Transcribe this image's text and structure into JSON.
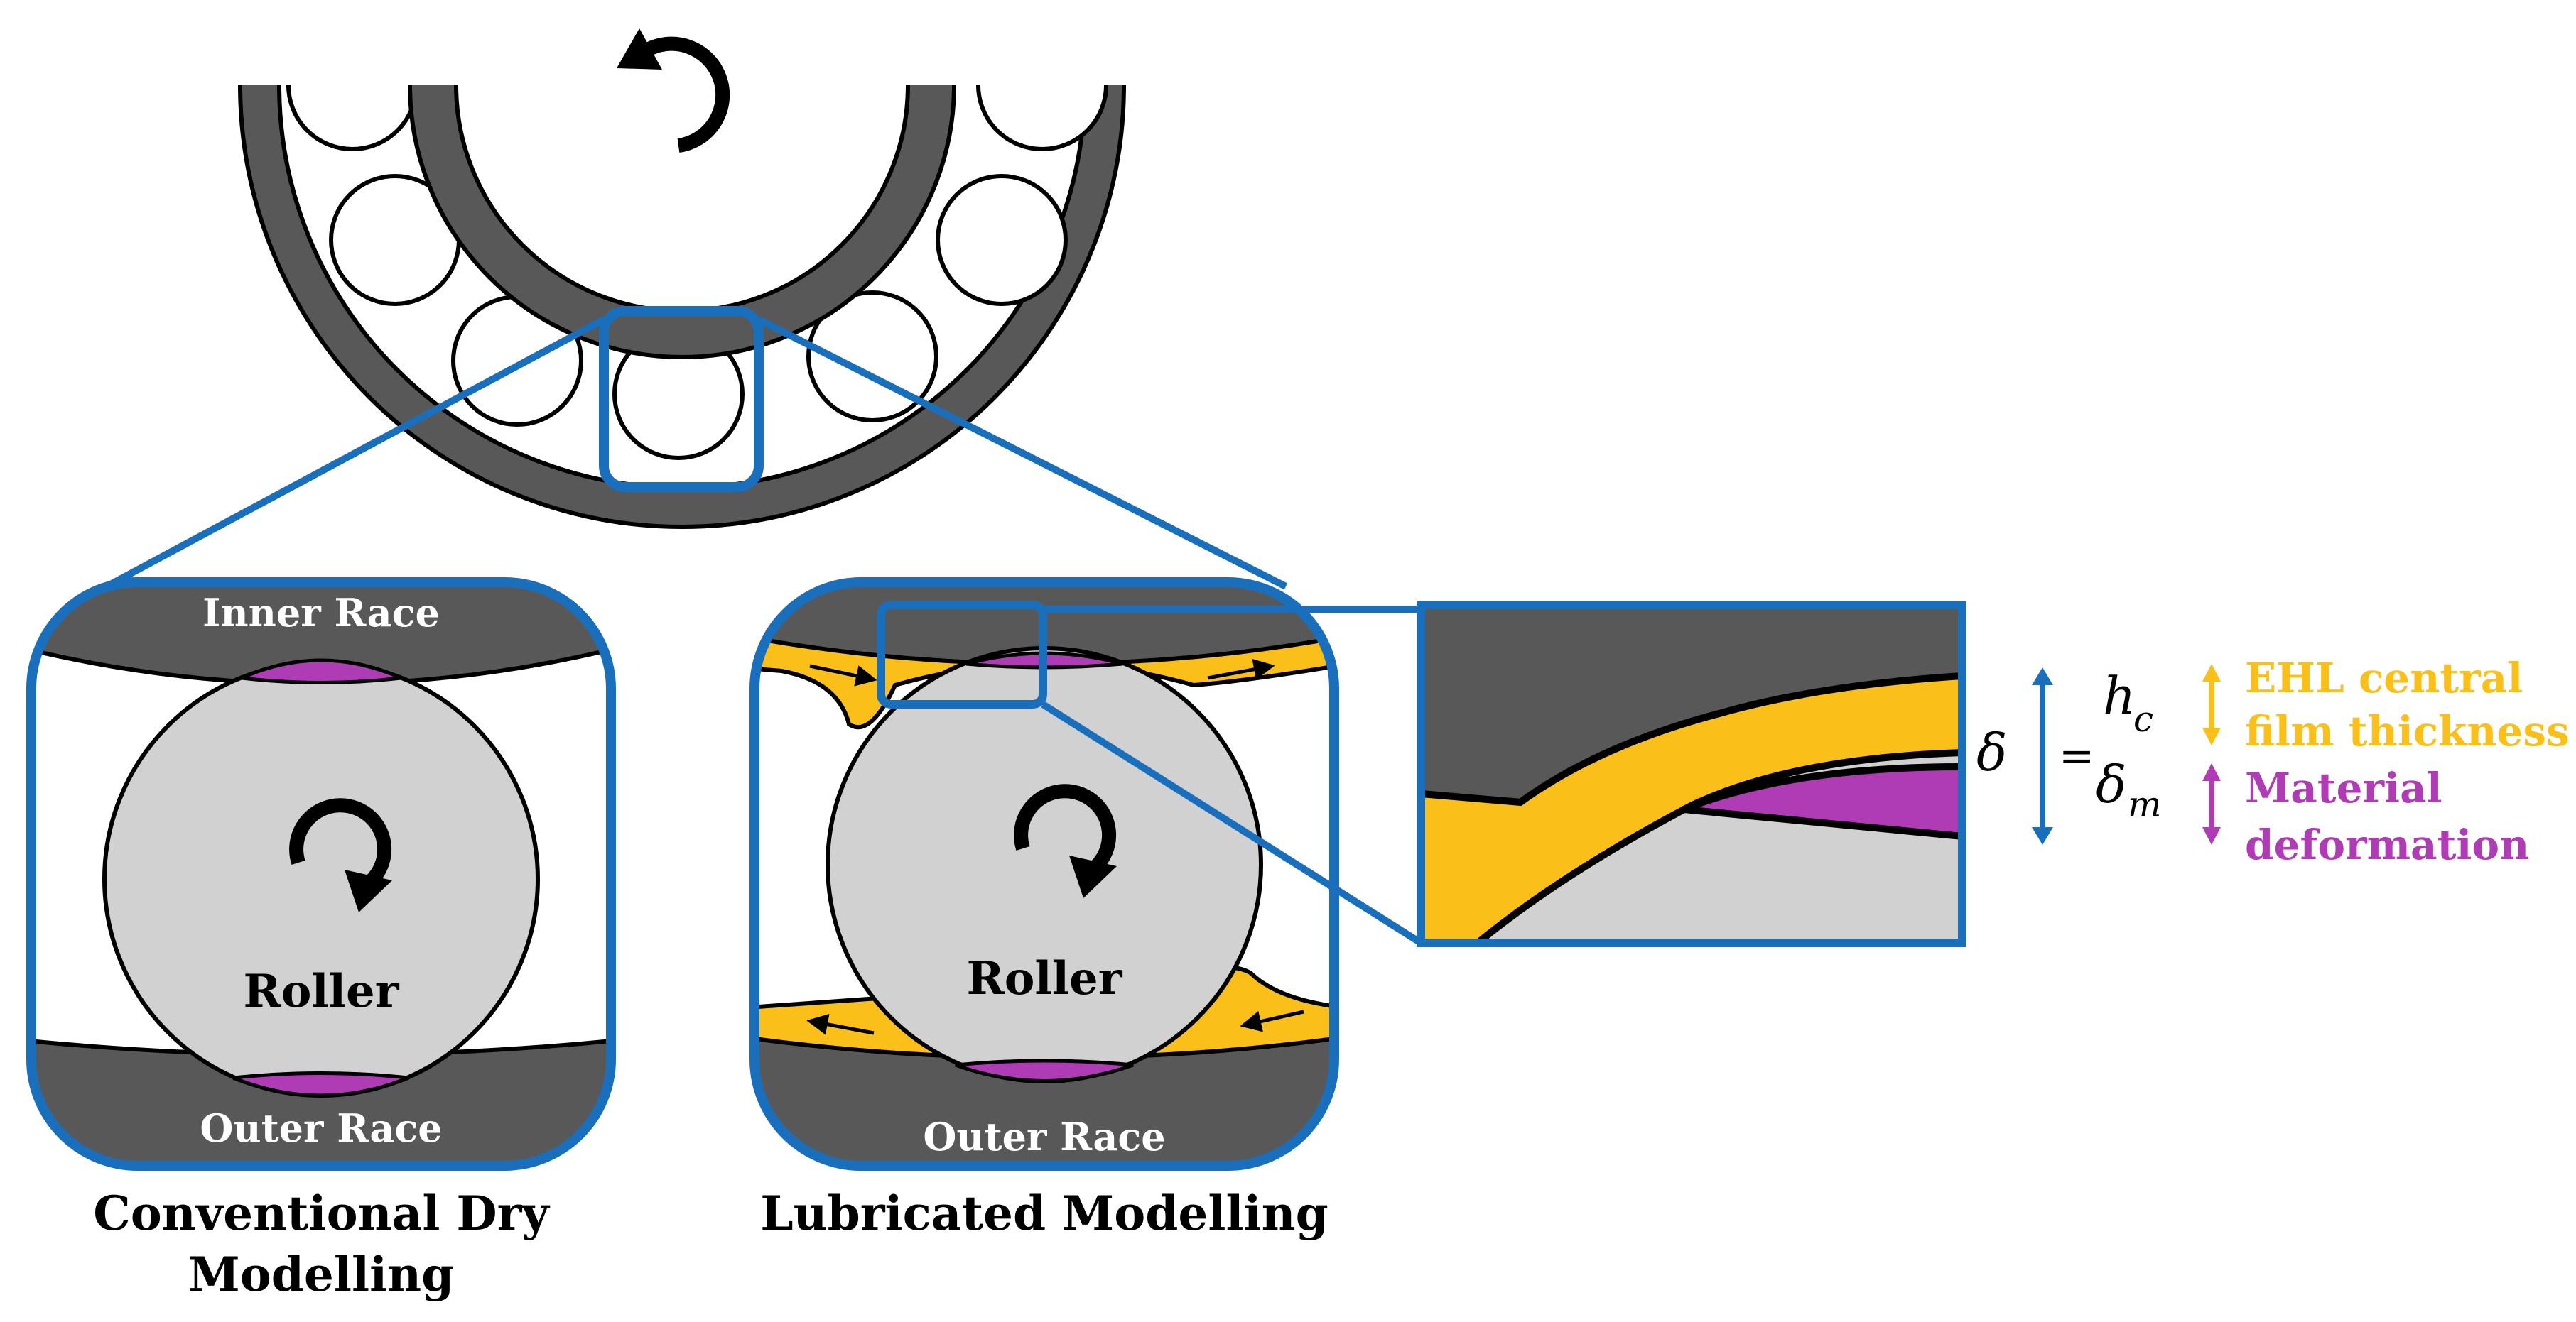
{
  "colors": {
    "race_gray": "#585858",
    "roller_gray": "#d1d1d1",
    "frame_blue": "#1a6fbd",
    "ehl_yellow": "#fbbf1a",
    "deformation_purple": "#b03cb5",
    "outline": "#000000"
  },
  "icons": {
    "rotation_arrow": "rotation-arrow-icon",
    "flow_arrow": "flow-arrow-icon",
    "double_arrow": "double-arrow-icon"
  },
  "dry_panel": {
    "inner_race_label": "Inner Race",
    "outer_race_label": "Outer Race",
    "roller_label": "Roller",
    "caption_line1": "Conventional Dry",
    "caption_line2": "Modelling"
  },
  "lubricated_panel": {
    "outer_race_label": "Outer Race",
    "roller_label": "Roller",
    "caption": "Lubricated Modelling"
  },
  "equation": {
    "delta": "δ",
    "equals": "=",
    "h": "h",
    "h_sub": "c",
    "dm": "δ",
    "dm_sub": "m"
  },
  "legend": {
    "ehl_line1": "EHL central",
    "ehl_line2": "film thickness",
    "material_line1": "Material",
    "material_line2": "deformation"
  }
}
